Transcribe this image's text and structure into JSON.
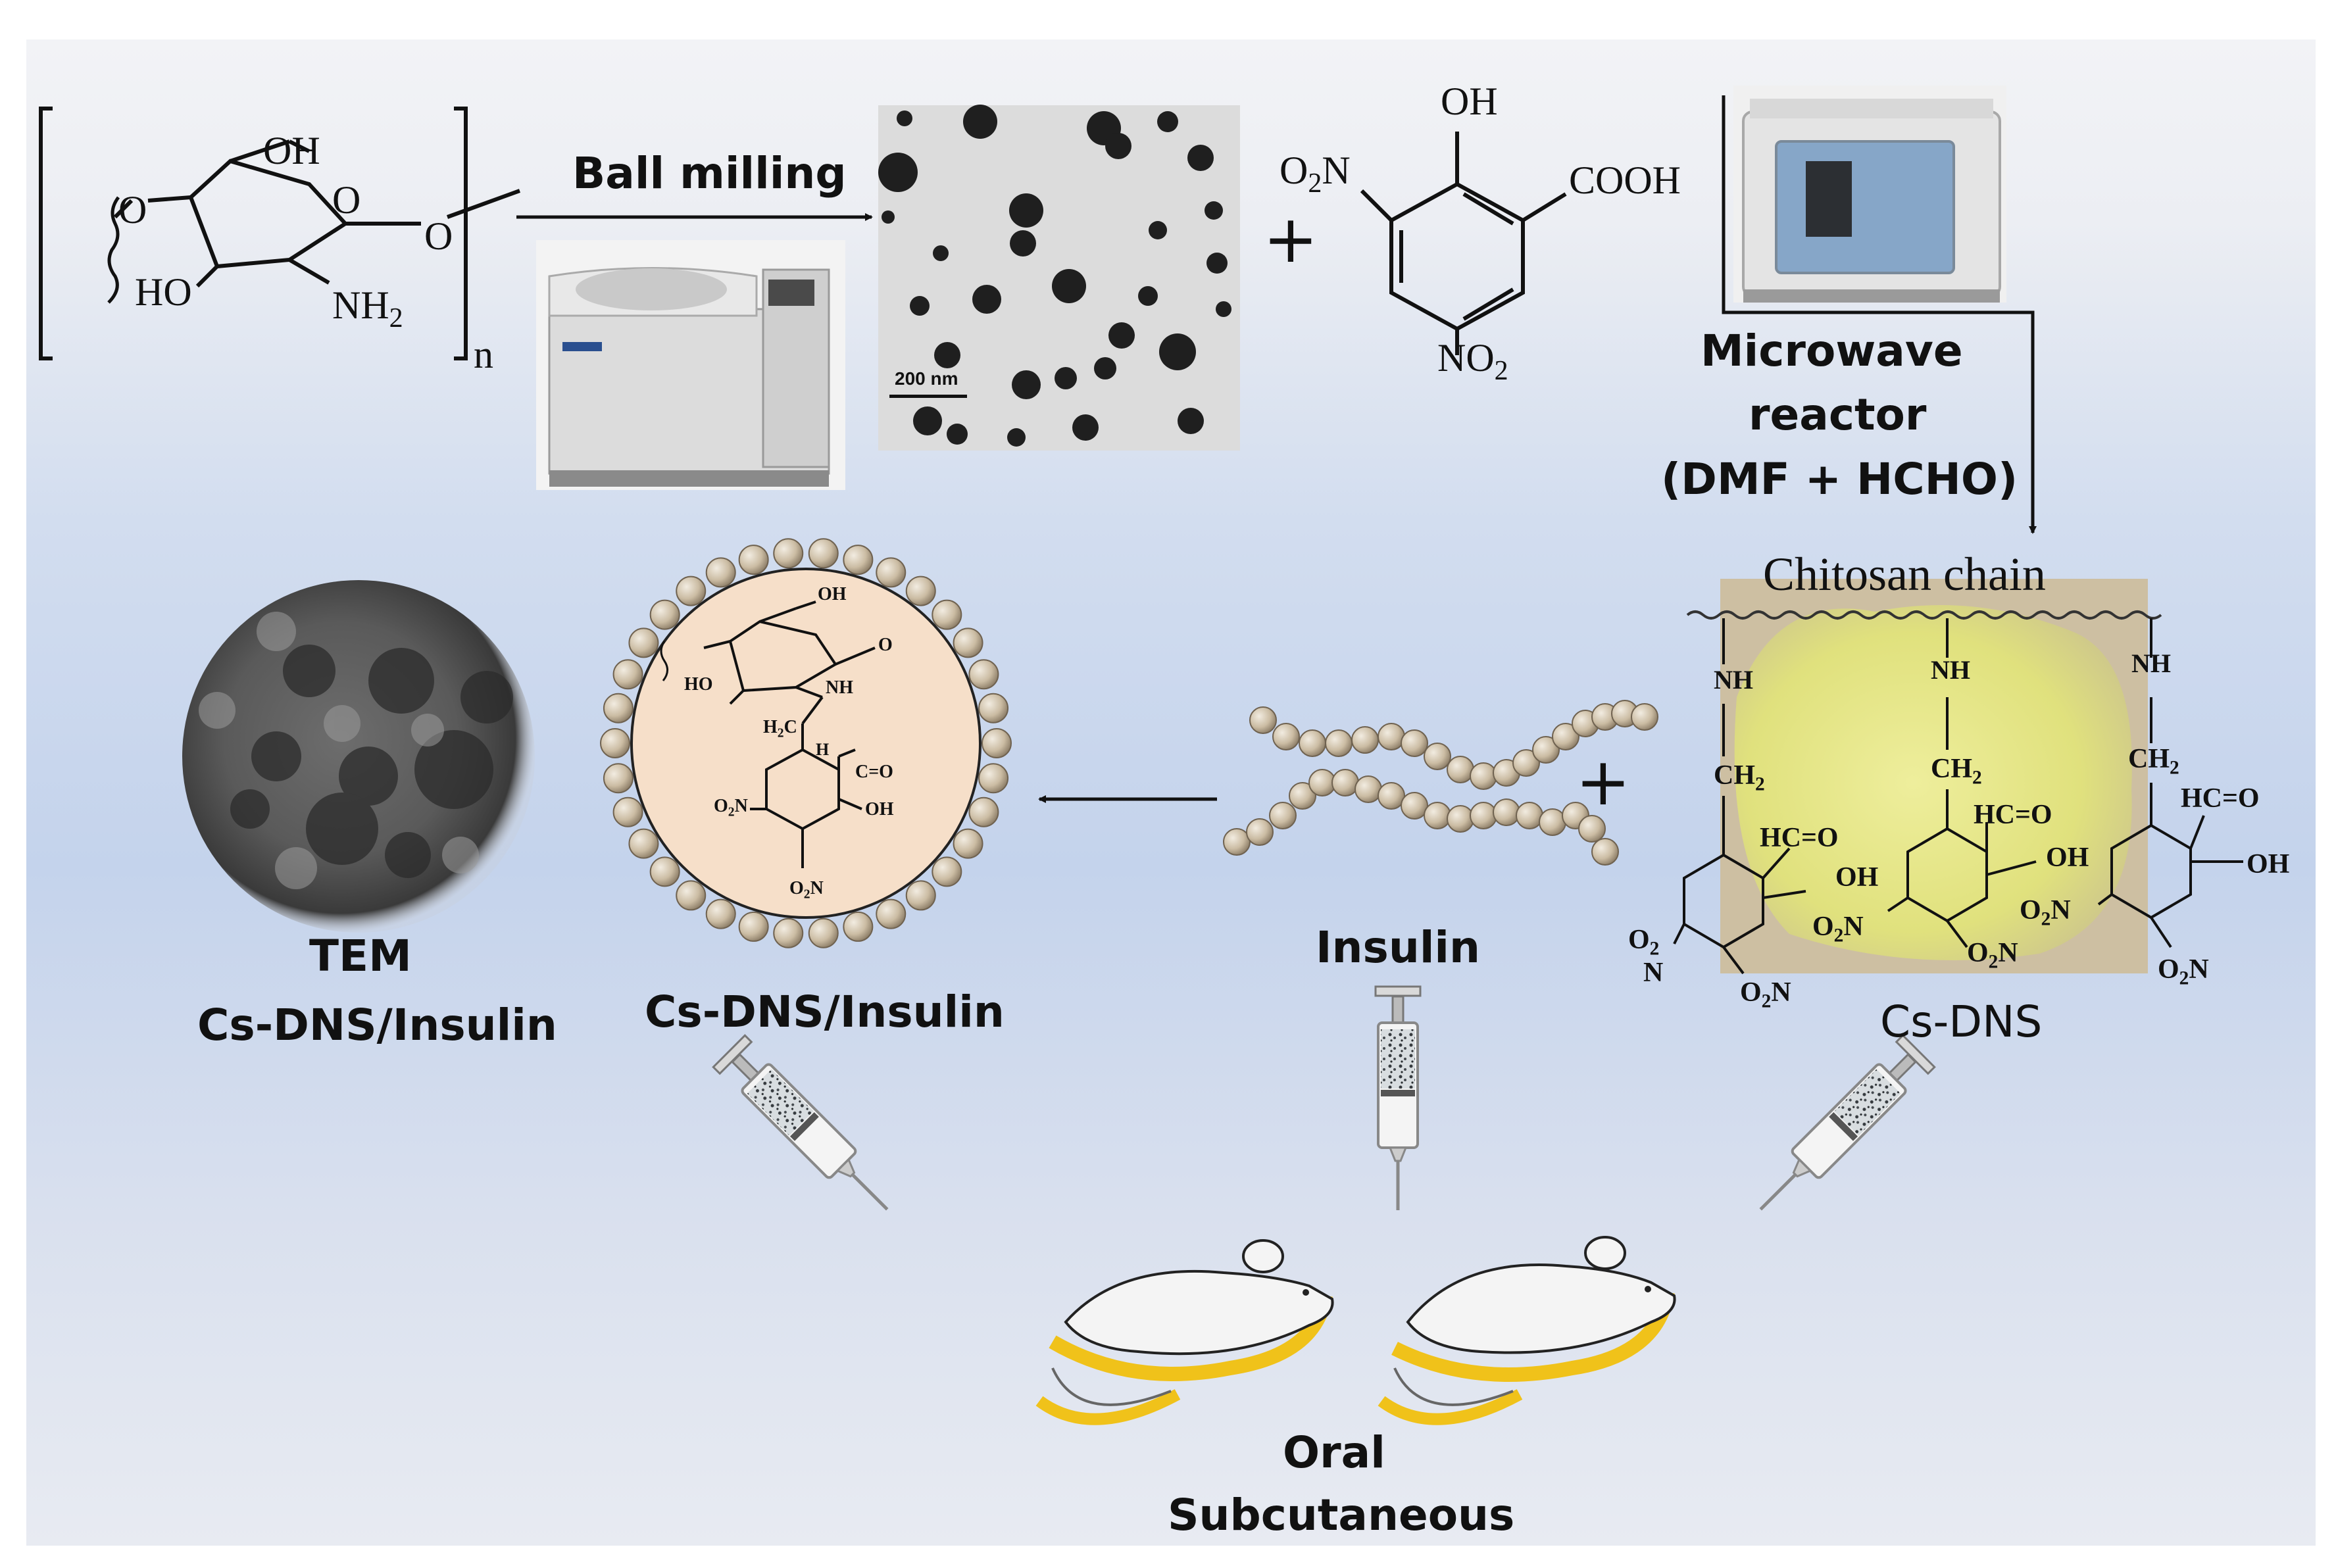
{
  "monomer": {
    "oh": "OH",
    "o_ring": "O",
    "o_left": "O",
    "o_right": "O",
    "ho": "HO",
    "nh2": "NH2",
    "n": "n"
  },
  "ball_milling": {
    "label": "Ball milling",
    "scale_bar": "200 nm"
  },
  "plus": "+",
  "dns": {
    "oh": "OH",
    "o2n": "O2N",
    "cooh": "COOH",
    "no2": "NO2"
  },
  "microwave": {
    "line1": "Microwave",
    "line2": "reactor",
    "line3": "(DMF + HCHO)"
  },
  "cs_dns": {
    "chain_label": "Chitosan chain",
    "nh": "NH",
    "ch2": "CH2",
    "hco": "HC=O",
    "oh": "OH",
    "o2n": "O2N",
    "o2": "O2",
    "n": "N",
    "label": "Cs-DNS"
  },
  "insulin_label": "Insulin",
  "nanoparticle": {
    "label": "Cs-DNS/Insulin",
    "oh": "OH",
    "o": "O",
    "ho": "HO",
    "nh": "NH",
    "h2c": "H2C",
    "h": "H",
    "co": "C=O",
    "o2n": "O2N",
    "ring_oh": "OH",
    "bottom_o2n": "O2N"
  },
  "tem": {
    "line1": "TEM",
    "line2": "Cs-DNS/Insulin"
  },
  "route": {
    "line1": "Oral",
    "line2": "Subcutaneous"
  },
  "colors": {
    "gradient_top": "#f1f3f6",
    "gradient_mid": "#cfdbee",
    "gradient_bottom": "#e6ebf4",
    "powder": "#e4e58a",
    "bead": "#c9baa0",
    "particle_fill": "#f6dfc9",
    "rat_base": "#f0c21a"
  }
}
